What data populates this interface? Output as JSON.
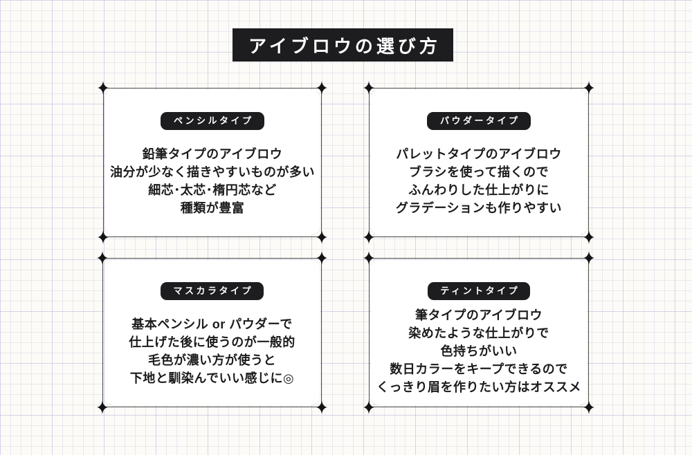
{
  "title": "アイブロウの選び方",
  "colors": {
    "accent_black": "#1d1d1f",
    "background": "#fcfbf7",
    "grid_line": "#bdb9df",
    "card_background": "#ffffff",
    "body_text": "#1b1b1b"
  },
  "icons": {
    "corner_decoration": "sparkle-icon"
  },
  "cards": [
    {
      "badge": "ペンシルタイプ",
      "lines": [
        "鉛筆タイプのアイブロウ",
        "油分が少なく描きやすいものが多い",
        "細芯･太芯･楕円芯など",
        "種類が豊富"
      ]
    },
    {
      "badge": "パウダータイプ",
      "lines": [
        "パレットタイプのアイブロウ",
        "ブラシを使って描くので",
        "ふんわりした仕上がりに",
        "グラデーションも作りやすい"
      ]
    },
    {
      "badge": "マスカラタイプ",
      "lines": [
        "基本ペンシル or パウダーで",
        "仕上げた後に使うのが一般的",
        "毛色が濃い方が使うと",
        "下地と馴染んでいい感じに◎"
      ]
    },
    {
      "badge": "ティントタイプ",
      "lines": [
        "筆タイプのアイブロウ",
        "染めたような仕上がりで",
        "色持ちがいい",
        "数日カラーをキープできるので",
        "くっきり眉を作りたい方はオススメ"
      ]
    }
  ]
}
